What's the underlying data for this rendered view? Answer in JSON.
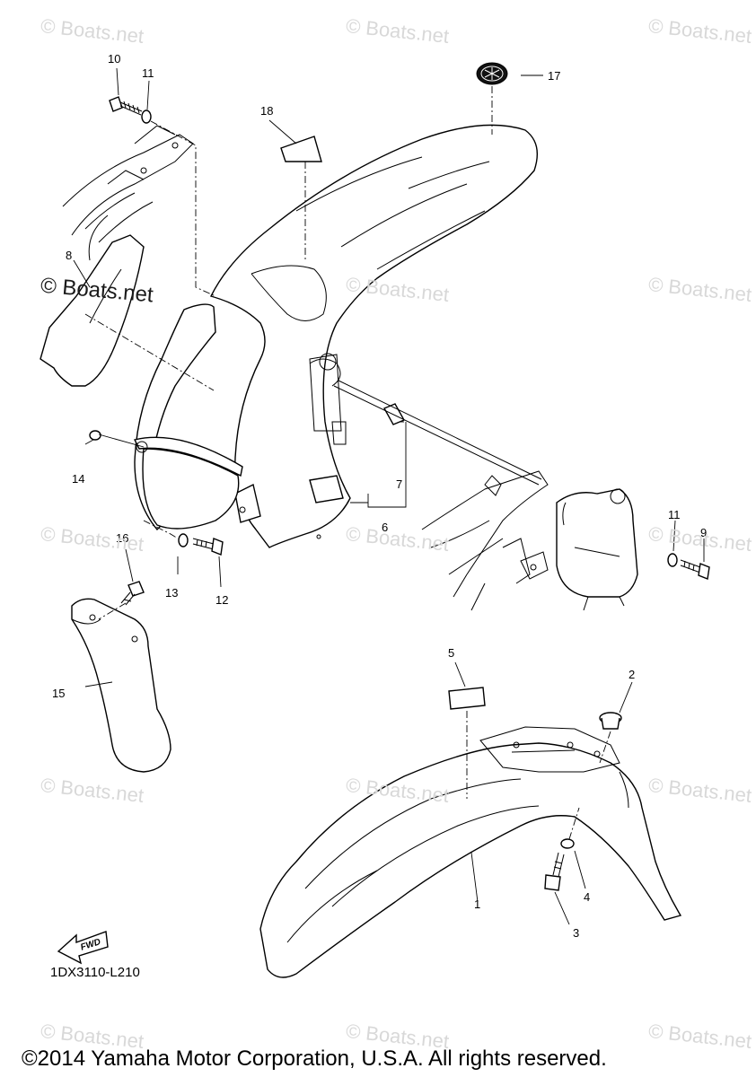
{
  "watermark_text": "© Boats.net",
  "copyright": "©2014 Yamaha Motor Corporation, U.S.A. All rights reserved.",
  "diagram_code": "1DX3110-L210",
  "fwd_label": "FWD",
  "callouts": {
    "c1": "1",
    "c2": "2",
    "c3": "3",
    "c4": "4",
    "c5": "5",
    "c6": "6",
    "c7": "7",
    "c8": "8",
    "c9": "9",
    "c10": "10",
    "c11a": "11",
    "c11b": "11",
    "c12": "12",
    "c13": "13",
    "c14": "14",
    "c15": "15",
    "c16": "16",
    "c17": "17",
    "c18": "18"
  }
}
